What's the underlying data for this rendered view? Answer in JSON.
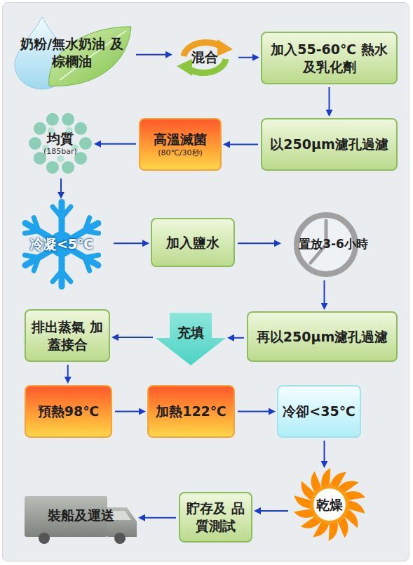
{
  "diagram": {
    "nodes": [
      {
        "text": [
          "奶粉/無水奶油 及棕櫚油"
        ]
      },
      {
        "text": [
          "混合"
        ]
      },
      {
        "text": [
          "加入55-60℃ 熱水及乳化劑"
        ]
      },
      {
        "text": [
          "以250μm濾孔過濾"
        ]
      },
      {
        "text": [
          "高溫滅菌",
          "(80℃/30秒)"
        ]
      },
      {
        "text": [
          "均質",
          "(185bar)"
        ]
      },
      {
        "text": [
          "冷凝<5℃"
        ]
      },
      {
        "text": [
          "加入鹽水"
        ]
      },
      {
        "text": [
          "置放3-6小時"
        ]
      },
      {
        "text": [
          "再以250μm濾孔過濾"
        ]
      },
      {
        "text": [
          "充填"
        ]
      },
      {
        "text": [
          "排出蒸氣 加蓋接合"
        ]
      },
      {
        "text": [
          "預熱98℃"
        ]
      },
      {
        "text": [
          "加熱122℃"
        ]
      },
      {
        "text": [
          "冷卻<35℃"
        ]
      },
      {
        "text": [
          "乾燥"
        ]
      },
      {
        "text": [
          "貯存及 品質測試"
        ]
      },
      {
        "text": [
          "裝船及運送"
        ]
      }
    ],
    "edges": [
      {
        "from": 0,
        "to": 1,
        "arrow": "to"
      },
      {
        "from": 1,
        "to": 2,
        "arrow": "to"
      },
      {
        "from": 2,
        "to": 3,
        "arrow": "to"
      },
      {
        "from": 3,
        "to": 4,
        "arrow": "to"
      },
      {
        "from": 4,
        "to": 5,
        "arrow": "to"
      },
      {
        "from": 5,
        "to": 6,
        "arrow": "to"
      },
      {
        "from": 6,
        "to": 7,
        "arrow": "to"
      },
      {
        "from": 7,
        "to": 8,
        "arrow": "to"
      },
      {
        "from": 8,
        "to": 9,
        "arrow": "to"
      },
      {
        "from": 9,
        "to": 10,
        "arrow": "to"
      },
      {
        "from": 10,
        "to": 11,
        "arrow": "to"
      },
      {
        "from": 11,
        "to": 12,
        "arrow": "to"
      },
      {
        "from": 12,
        "to": 13,
        "arrow": "to"
      },
      {
        "from": 13,
        "to": 14,
        "arrow": "to"
      },
      {
        "from": 14,
        "to": 15,
        "arrow": "to"
      },
      {
        "from": 15,
        "to": 16,
        "arrow": "to"
      },
      {
        "from": 16,
        "to": 17,
        "arrow": "to"
      }
    ]
  }
}
